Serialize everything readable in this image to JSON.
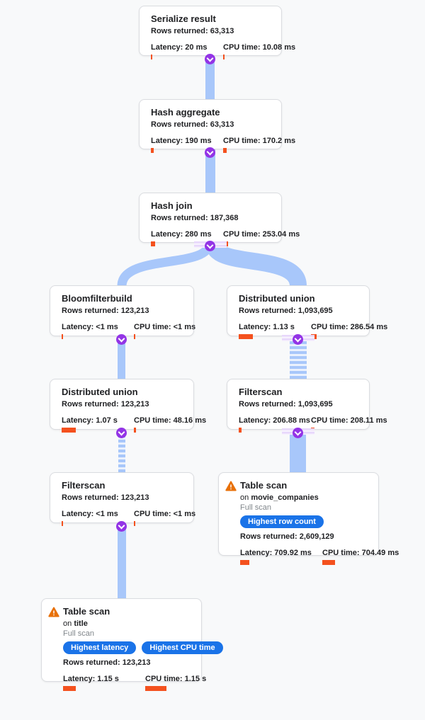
{
  "app": {
    "view": "query-execution-plan"
  },
  "colors": {
    "background": "#f8f9fa",
    "card_border": "#dadce0",
    "edge_blue": "#a8c7fa",
    "metric_bar_orange": "#f4511e",
    "connector_purple": "#9334e6",
    "badge_blue": "#1a73e8",
    "warning_orange": "#e8710a",
    "text_primary": "#202124",
    "text_muted": "#80868b"
  },
  "nodes": [
    {
      "title": "Serialize result",
      "rows": "Rows returned: 63,313",
      "latency": "Latency: 20 ms",
      "cpu": "CPU time: 10.08 ms",
      "latency_bar": "2px",
      "cpu_bar": "2px"
    },
    {
      "title": "Hash aggregate",
      "rows": "Rows returned: 63,313",
      "latency": "Latency: 190 ms",
      "cpu": "CPU time: 170.2 ms",
      "latency_bar": "4px",
      "cpu_bar": "5px"
    },
    {
      "title": "Hash join",
      "rows": "Rows returned: 187,368",
      "latency": "Latency: 280 ms",
      "cpu": "CPU time: 253.04 ms",
      "latency_bar": "6px",
      "cpu_bar": "7px"
    },
    {
      "title": "Bloomfilterbuild",
      "rows": "Rows returned: 123,213",
      "latency": "Latency: <1 ms",
      "cpu": "CPU time: <1 ms",
      "latency_bar": "2px",
      "cpu_bar": "2px"
    },
    {
      "title": "Distributed union",
      "rows": "Rows returned: 1,093,695",
      "latency": "Latency: 1.13 s",
      "cpu": "CPU time: 286.54 ms",
      "latency_bar": "20px",
      "cpu_bar": "8px"
    },
    {
      "title": "Distributed union",
      "rows": "Rows returned: 123,213",
      "latency": "Latency: 1.07 s",
      "cpu": "CPU time: 48.16 ms",
      "latency_bar": "20px",
      "cpu_bar": "3px"
    },
    {
      "title": "Filterscan",
      "rows": "Rows returned: 1,093,695",
      "latency": "Latency: 206.88 ms",
      "cpu": "CPU time: 208.11 ms",
      "latency_bar": "4px",
      "cpu_bar": "5px"
    },
    {
      "title": "Filterscan",
      "rows": "Rows returned: 123,213",
      "latency": "Latency: <1 ms",
      "cpu": "CPU time: <1 ms",
      "latency_bar": "2px",
      "cpu_bar": "2px"
    },
    {
      "title": "Table scan",
      "on_word": "on",
      "table": "movie_companies",
      "scan_type": "Full scan",
      "badges": [
        "Highest row count"
      ],
      "rows": "Rows returned: 2,609,129",
      "latency": "Latency: 709.92 ms",
      "cpu": "CPU time: 704.49 ms",
      "latency_bar": "13px",
      "cpu_bar": "18px"
    },
    {
      "title": "Table scan",
      "on_word": "on",
      "table": "title",
      "scan_type": "Full scan",
      "badges": [
        "Highest latency",
        "Highest CPU time"
      ],
      "rows": "Rows returned: 123,213",
      "latency": "Latency: 1.15 s",
      "cpu": "CPU time: 1.15 s",
      "latency_bar": "18px",
      "cpu_bar": "30px"
    }
  ]
}
